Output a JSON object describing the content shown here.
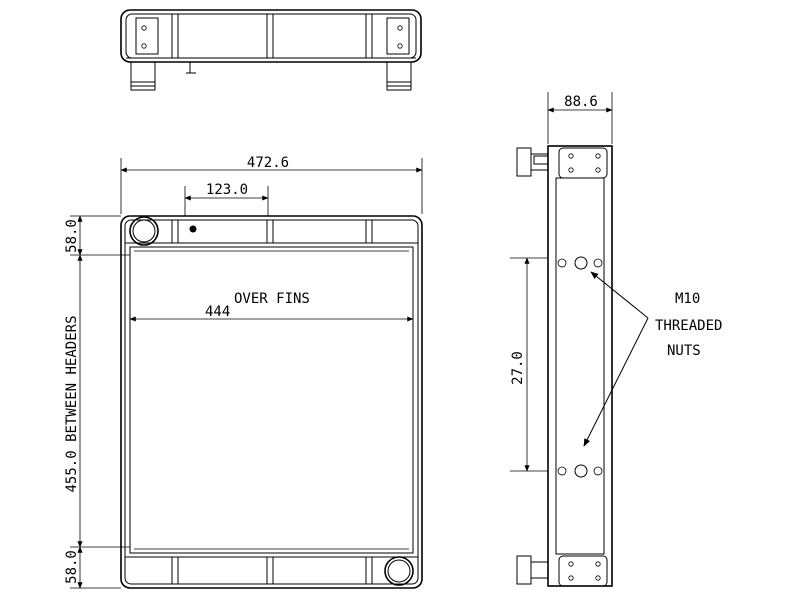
{
  "drawing": {
    "dimensions": {
      "overall_width": "472.6",
      "inner_width": "444",
      "inner_width_note": "OVER FINS",
      "top_offset": "123.0",
      "header_top": "58.0",
      "between_headers": "455.0 BETWEEN HEADERS",
      "header_bottom": "58.0",
      "side_depth": "88.6",
      "nut_spacing": "27.0"
    },
    "callout": {
      "line1": "M10",
      "line2": "THREADED",
      "line3": "NUTS"
    }
  }
}
